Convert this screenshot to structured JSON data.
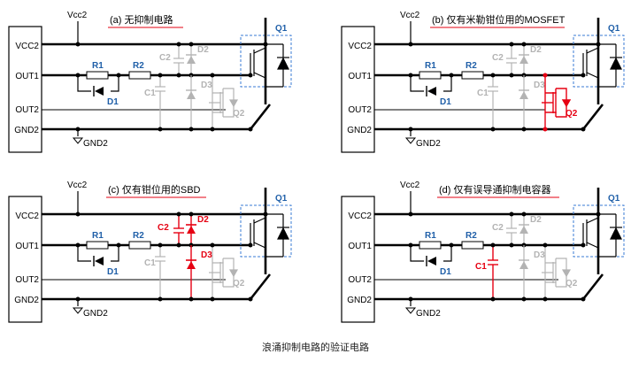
{
  "panels": [
    {
      "title": "(a)  无抑制电路"
    },
    {
      "title": "(b)  仅有米勒钳位用的MOSFET"
    },
    {
      "title": "(c)  仅有钳位用的SBD"
    },
    {
      "title": "(d)  仅有误导通抑制电容器"
    }
  ],
  "labels": {
    "vcc2": "Vcc2",
    "vcc2_pin": "VCC2",
    "out1": "OUT1",
    "out2": "OUT2",
    "gnd2_pin": "GND2",
    "gnd2": "GND2",
    "r1": "R1",
    "r2": "R2",
    "d1": "D1",
    "c1": "C1",
    "c2": "C2",
    "d2": "D2",
    "d3": "D3",
    "q1": "Q1",
    "q2": "Q2"
  },
  "caption": "浪涌抑制电路的验证电路",
  "colors": {
    "wire": "#000000",
    "inactive": "#b3b3b3",
    "highlight": "#e60012",
    "label_blue": "#1f5fa8",
    "dashed_box": "#3a7bd5"
  }
}
